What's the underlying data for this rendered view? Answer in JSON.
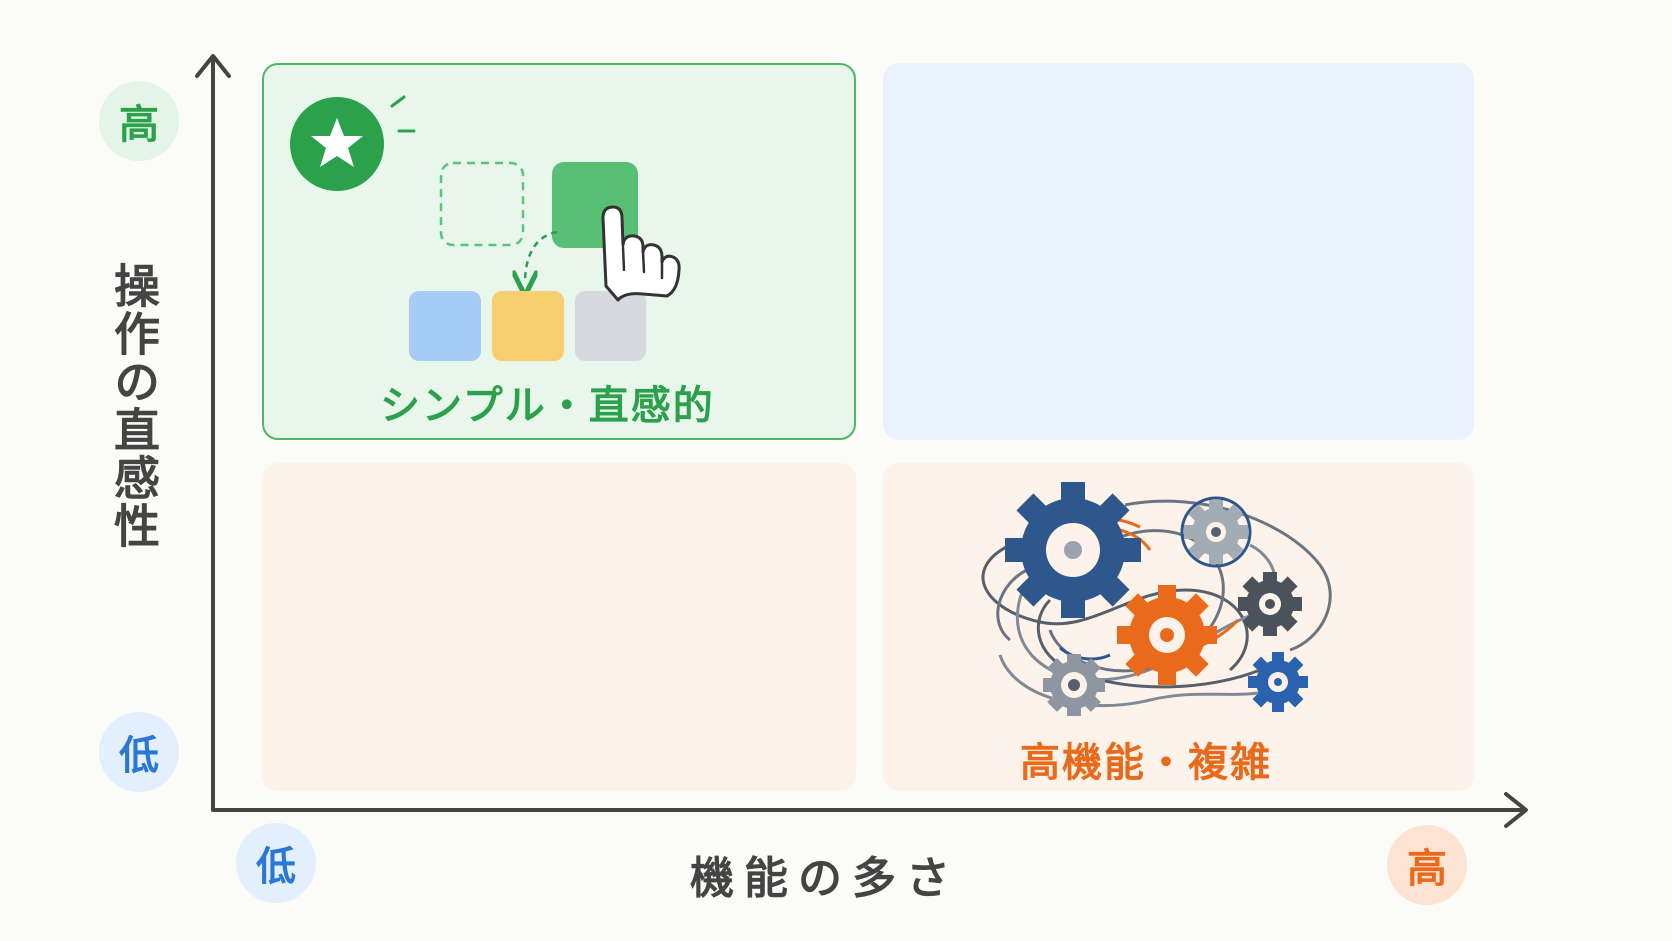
{
  "axes": {
    "y_label": "操作の直感性",
    "x_label": "機能の多さ",
    "y_high": "高",
    "y_low": "低",
    "x_low": "低",
    "x_high": "高"
  },
  "quadrants": {
    "top_left_label": "シンプル・直感的",
    "bottom_right_label": "高機能・複雑"
  },
  "colors": {
    "green": "#2aa14a",
    "blue": "#2a78d6",
    "orange": "#ea6a1c",
    "navy": "#2e578e",
    "axis": "#444444"
  },
  "icons": [
    "star-badge-icon",
    "drag-drop-blocks-icon",
    "pointer-hand-icon",
    "gears-tangle-icon"
  ]
}
